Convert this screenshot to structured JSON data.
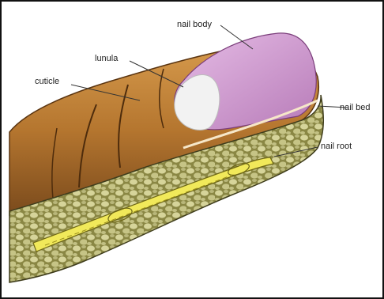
{
  "labels": {
    "nail_body": "nail body",
    "lunula": "lunula",
    "cuticle": "cuticle",
    "nail_bed": "nail bed",
    "nail_root": "nail root"
  },
  "colors": {
    "skin": "#b5762f",
    "skin_dark": "#7a4a1c",
    "nail": "#d9a6d8",
    "lunula": "#f2f2f2",
    "tissue": "#c9c78b",
    "tissue_dark": "#7e7a3f",
    "bone": "#f1e95a"
  }
}
